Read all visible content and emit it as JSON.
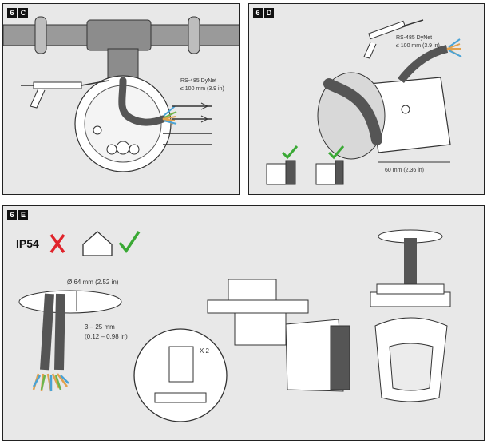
{
  "panel_c": {
    "step": "6",
    "letter": "C",
    "cable_label": "RS-485 DyNet",
    "cable_length": "≤ 100 mm (3.9 in)"
  },
  "panel_d": {
    "step": "6",
    "letter": "D",
    "cable_label": "RS-485 DyNet",
    "cable_length": "≤ 100 mm (3.9 in)",
    "width_label": "60 mm (2.36 in)"
  },
  "panel_e": {
    "step": "6",
    "letter": "E",
    "rating": "IP54",
    "diameter_label": "Ø 64 mm (2.52 in)",
    "depth_label_1": "3 – 25 mm",
    "depth_label_2": "(0.12 – 0.98 in)",
    "repeat_label": "X 2"
  },
  "colors": {
    "panel_bg": "#e8e8e8",
    "cross": "#e0242b",
    "check": "#3aa935",
    "badge": "#111111"
  }
}
